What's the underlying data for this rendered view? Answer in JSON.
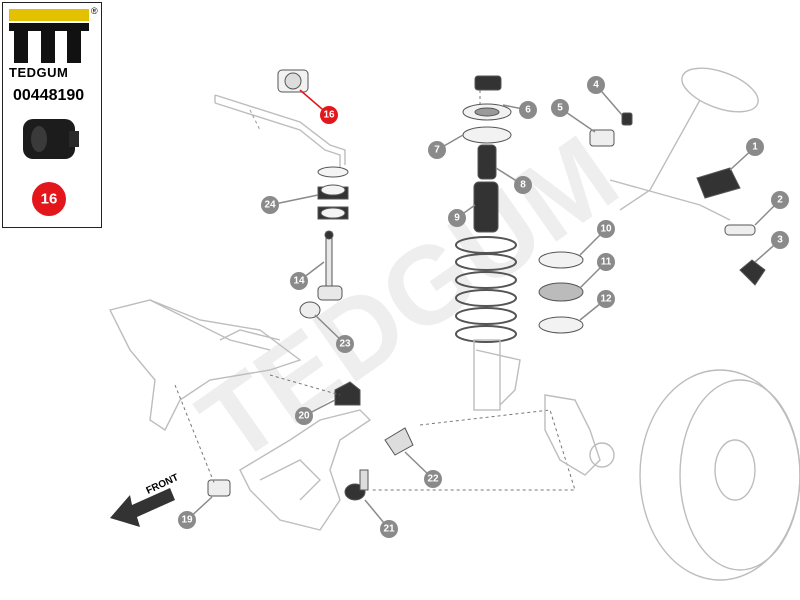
{
  "brand": {
    "name": "TEDGUM",
    "registered_mark": "®"
  },
  "part_number": "00448190",
  "highlight_callout": "16",
  "watermark_text": "TEDGUM",
  "front_label": "FRONT",
  "colors": {
    "callout_gray": "#8a8a8a",
    "highlight_red": "#e3161b",
    "line": "#b0b0b0",
    "part_dark": "#1c1c1c"
  },
  "callouts": [
    {
      "id": "1",
      "label": "1"
    },
    {
      "id": "2",
      "label": "2"
    },
    {
      "id": "3",
      "label": "3"
    },
    {
      "id": "4",
      "label": "4"
    },
    {
      "id": "5",
      "label": "5"
    },
    {
      "id": "6",
      "label": "6"
    },
    {
      "id": "7",
      "label": "7"
    },
    {
      "id": "8",
      "label": "8"
    },
    {
      "id": "9",
      "label": "9"
    },
    {
      "id": "10",
      "label": "10"
    },
    {
      "id": "11",
      "label": "11"
    },
    {
      "id": "12",
      "label": "12"
    },
    {
      "id": "14",
      "label": "14"
    },
    {
      "id": "16",
      "label": "16"
    },
    {
      "id": "19",
      "label": "19"
    },
    {
      "id": "20",
      "label": "20"
    },
    {
      "id": "21",
      "label": "21"
    },
    {
      "id": "22",
      "label": "22"
    },
    {
      "id": "23",
      "label": "23"
    },
    {
      "id": "24",
      "label": "24"
    }
  ]
}
